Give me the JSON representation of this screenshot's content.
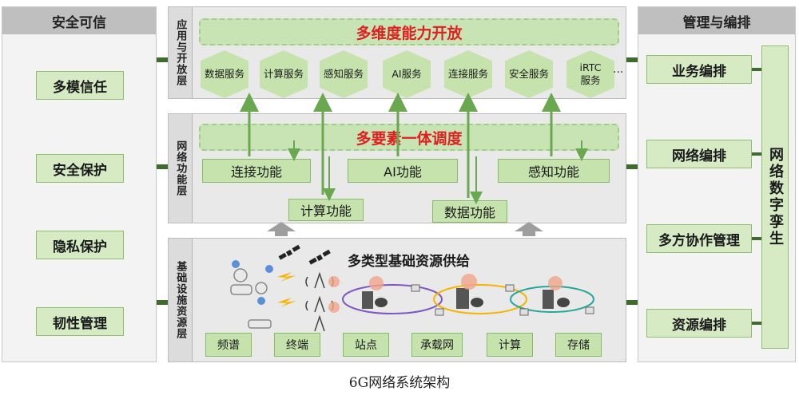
{
  "left_panel": {
    "title": "安全可信",
    "items": [
      "多模信任",
      "安全保护",
      "隐私保护",
      "韧性管理"
    ]
  },
  "right_panel": {
    "title": "管理与编排",
    "items": [
      "业务编排",
      "网络编排",
      "多方协作管理",
      "资源编排"
    ],
    "twin_label": "网络数字孪生"
  },
  "app_layer": {
    "label": "应用与开放层",
    "banner": "多维度能力开放",
    "services": [
      "数据服务",
      "计算服务",
      "感知服务",
      "AI服务",
      "连接服务",
      "安全服务",
      "iRTC 服务"
    ],
    "more": "···"
  },
  "network_layer": {
    "label": "网络功能层",
    "banner": "多要素一体调度",
    "functions": [
      "连接功能",
      "AI功能",
      "感知功能",
      "计算功能",
      "数据功能"
    ]
  },
  "infra_layer": {
    "label": "基础设施资源层",
    "title": "多类型基础资源供给",
    "resources": [
      "频谱",
      "终端",
      "站点",
      "承载网",
      "计算",
      "存储"
    ]
  },
  "caption": "6G网络系统架构",
  "colors": {
    "accent_red": "#e02020",
    "green_fill": "#c6e3ad",
    "green_border": "#86bd63",
    "arrow_green": "#6aa84f",
    "connector": "#3f6b2c"
  }
}
